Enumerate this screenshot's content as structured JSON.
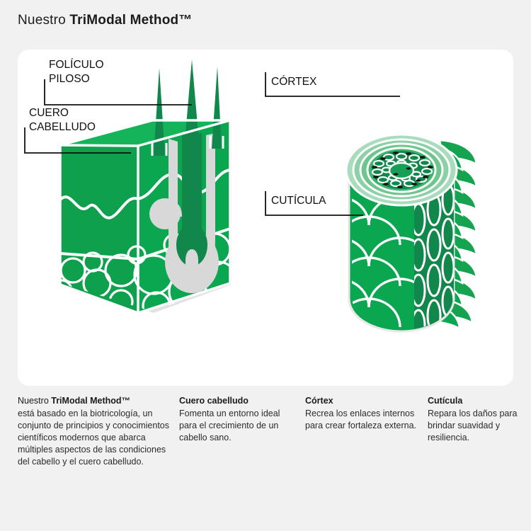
{
  "theme": {
    "page_bg": "#f1f1f1",
    "card_bg": "#ffffff",
    "text": "#1a1a1a",
    "green": "#0aa750",
    "green_dark": "#12874b",
    "green_mid": "#16a34f",
    "green_light": "#6ec58d",
    "green_pale": "#a8dcbc",
    "grey_follicle": "#d6d6d6",
    "leader_line": "#111111"
  },
  "header": {
    "title_plain": "Nuestro ",
    "title_strong": "TriModal Method™"
  },
  "diagram": {
    "labels": [
      {
        "id": "foliculo-piloso",
        "line1": "FOLÍCULO",
        "line2": "PILOSO"
      },
      {
        "id": "cuero-cabelludo",
        "line1": "CUERO",
        "line2": "CABELLUDO"
      },
      {
        "id": "cortex",
        "line1": "CÓRTEX",
        "line2": ""
      },
      {
        "id": "cuticula",
        "line1": "CUTÍCULA",
        "line2": ""
      }
    ],
    "left_figure_name": "scalp-follicle-cross-section",
    "right_figure_name": "hair-shaft-cylinder"
  },
  "captions": [
    {
      "id": "trimodal",
      "head_plain": "Nuestro ",
      "head_strong": "TriModal Method™",
      "body": "está basado en la biotricología, un conjunto de principios y conocimientos científicos modernos que abarca múltiples aspectos de las condiciones del cabello y el cuero cabelludo."
    },
    {
      "id": "cuero-cabelludo",
      "head": "Cuero cabelludo",
      "body": "Fomenta un entorno ideal para el crecimiento de un cabello sano."
    },
    {
      "id": "cortex",
      "head": "Córtex",
      "body": "Recrea los enlaces internos para crear fortaleza externa."
    },
    {
      "id": "cuticula",
      "head": "Cutícula",
      "body": "Repara los daños para brindar suavidad y resiliencia."
    }
  ]
}
